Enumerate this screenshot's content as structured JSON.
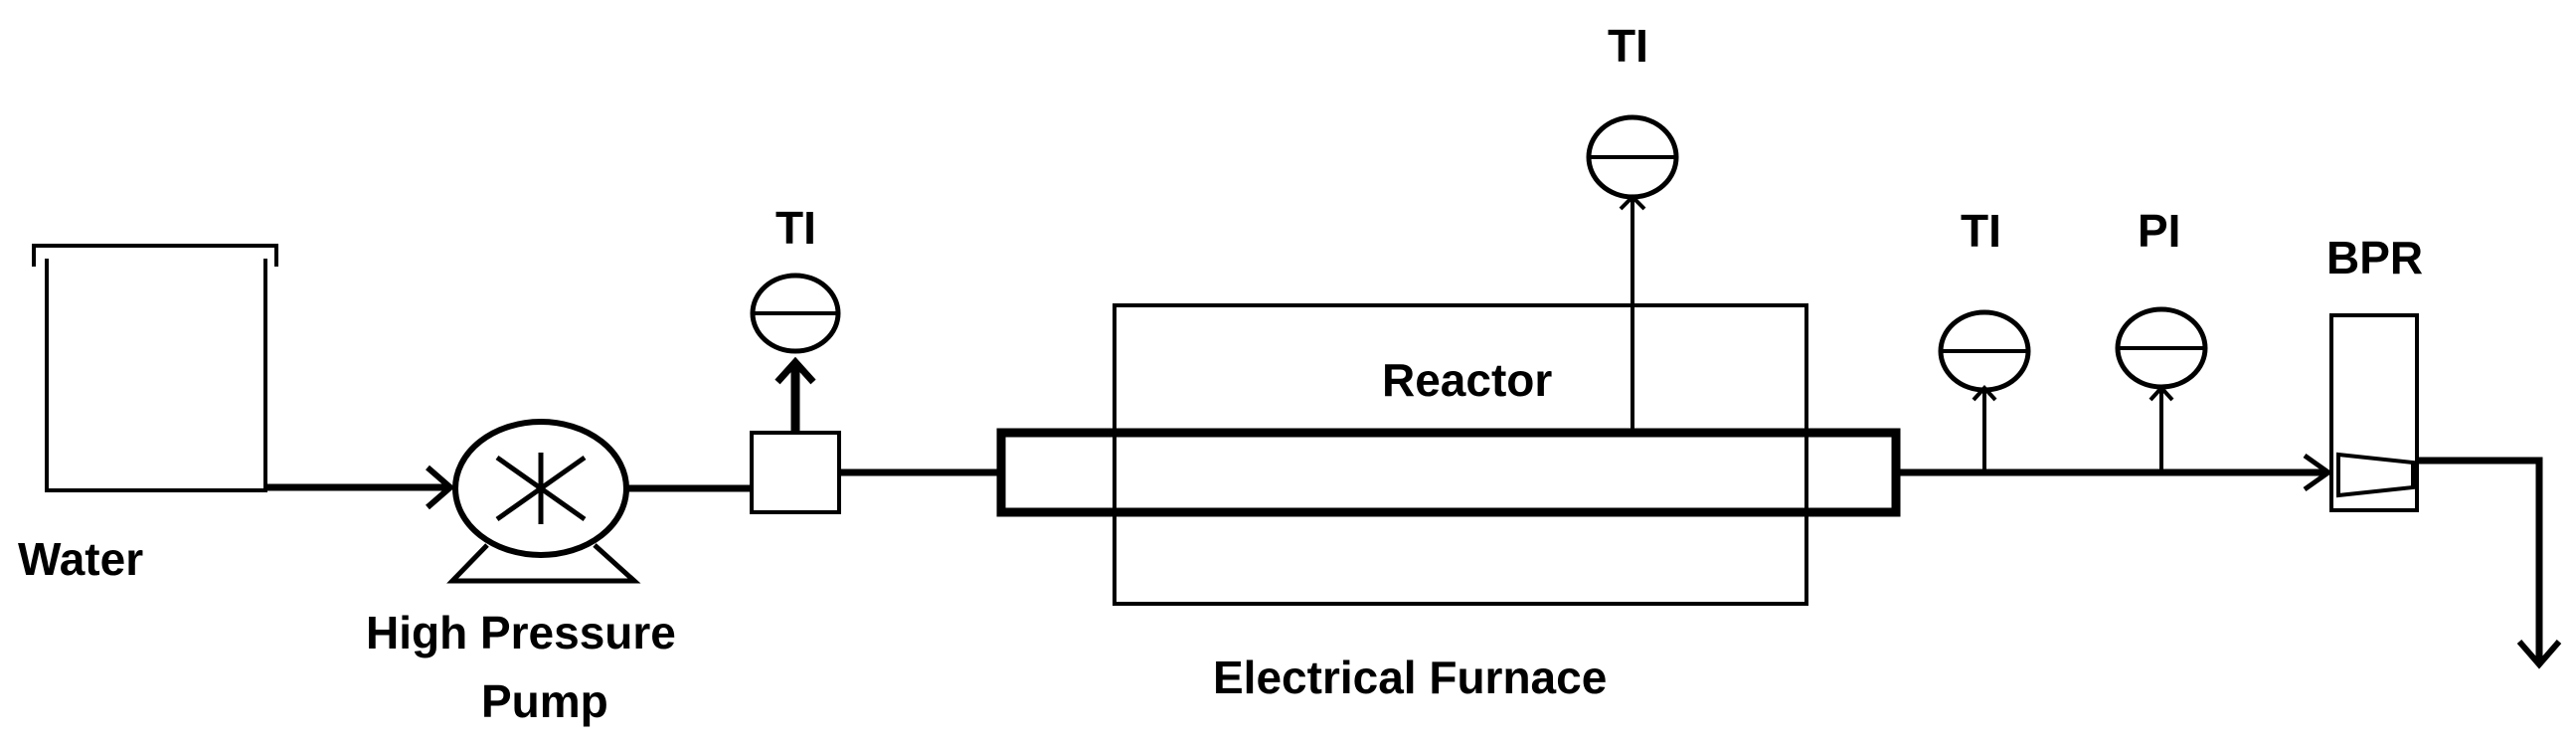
{
  "labels": {
    "water": "Water",
    "pump_line1": "High Pressure",
    "pump_line2": "Pump",
    "ti_inlet": "TI",
    "ti_reactor": "TI",
    "reactor": "Reactor",
    "furnace": "Electrical Furnace",
    "ti_outlet": "TI",
    "pi_outlet": "PI",
    "bpr": "BPR"
  }
}
